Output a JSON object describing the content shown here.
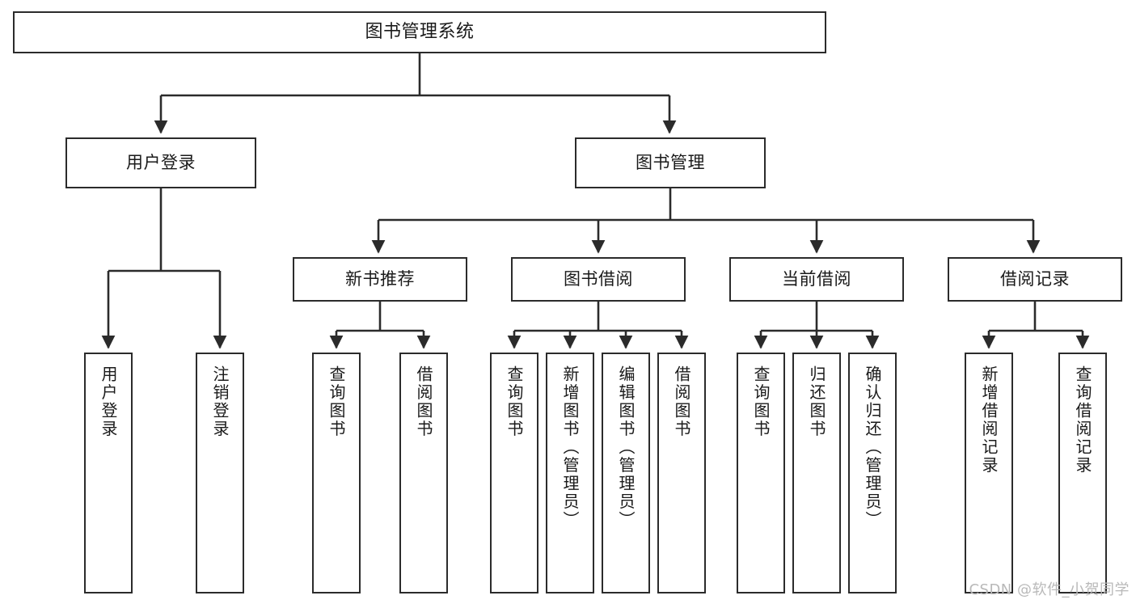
{
  "diagram": {
    "title": "图书管理系统",
    "type": "tree-hierarchy",
    "orientation": "top-down",
    "colors": {
      "box_border": "#2b2b2b",
      "box_fill": "#ffffff",
      "connector": "#2b2b2b",
      "text": "#1a1a1a",
      "watermark": "#b9b9b9",
      "background": "#ffffff"
    },
    "root": {
      "id": "root",
      "label": "图书管理系统"
    },
    "level2": [
      {
        "id": "user-login",
        "label": "用户登录"
      },
      {
        "id": "book-management",
        "label": "图书管理"
      }
    ],
    "level3": [
      {
        "id": "new-book-recommend",
        "label": "新书推荐"
      },
      {
        "id": "book-borrow",
        "label": "图书借阅"
      },
      {
        "id": "current-borrow",
        "label": "当前借阅"
      },
      {
        "id": "borrow-record",
        "label": "借阅记录"
      }
    ],
    "leaves": {
      "user_login": [
        {
          "id": "leaf-user-login",
          "label": "用户登录"
        },
        {
          "id": "leaf-user-logout",
          "label": "注销登录"
        }
      ],
      "new_book_recommend": [
        {
          "id": "leaf-query-book-1",
          "label": "查询图书"
        },
        {
          "id": "leaf-borrow-book-1",
          "label": "借阅图书"
        }
      ],
      "book_borrow": [
        {
          "id": "leaf-query-book-2",
          "label": "查询图书"
        },
        {
          "id": "leaf-add-book-admin",
          "label": "新增图书（管理员）"
        },
        {
          "id": "leaf-edit-book-admin",
          "label": "编辑图书（管理员）"
        },
        {
          "id": "leaf-borrow-book-2",
          "label": "借阅图书"
        }
      ],
      "current_borrow": [
        {
          "id": "leaf-query-book-3",
          "label": "查询图书"
        },
        {
          "id": "leaf-return-book",
          "label": "归还图书"
        },
        {
          "id": "leaf-confirm-return-admin",
          "label": "确认归还（管理员）"
        }
      ],
      "borrow_record": [
        {
          "id": "leaf-add-borrow-record",
          "label": "新增借阅记录"
        },
        {
          "id": "leaf-query-borrow-record",
          "label": "查询借阅记录"
        }
      ]
    }
  },
  "watermark": {
    "text": "CSDN @软件_小贺同学"
  }
}
